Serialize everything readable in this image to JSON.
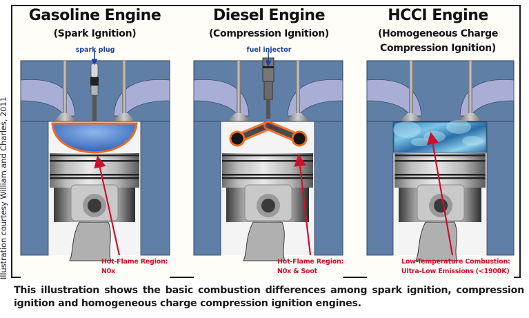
{
  "credit": "Illustration courtesy William and Charles, 2011",
  "engines": [
    {
      "id": "gasoline",
      "title": "Gasoline Engine",
      "subtitle_lines": [
        "(Spark Ignition)"
      ],
      "pointer_label": "spark plug",
      "callout_lines": [
        "Hot-Flame Region:",
        "N0x"
      ],
      "combustion_style": "flame-front"
    },
    {
      "id": "diesel",
      "title": "Diesel Engine",
      "subtitle_lines": [
        "(Compression Ignition)"
      ],
      "pointer_label": "fuel injector",
      "callout_lines": [
        "Hot-Flame Region:",
        "N0x & Soot"
      ],
      "combustion_style": "spray-plumes"
    },
    {
      "id": "hcci",
      "title": "HCCI Engine",
      "subtitle_lines": [
        "(Homogeneous Charge",
        "Compression Ignition)"
      ],
      "pointer_label": "",
      "callout_lines": [
        "Low-Temperature Combustion:",
        "Ultra-Low Emissions (<1900K)"
      ],
      "combustion_style": "homogeneous"
    }
  ],
  "caption": "This illustration shows the basic combustion differences among spark ignition, compression ignition and homogeneous charge compression ignition engines.",
  "colors": {
    "head_block": "#5f7fa6",
    "port": "#a9aed6",
    "cylinder": "#f4f4f4",
    "flame_orange": "#ee6a23",
    "gas_blue": "#3f78c8",
    "callout_red": "#d0102a",
    "pointer_blue": "#1e3f9e"
  }
}
